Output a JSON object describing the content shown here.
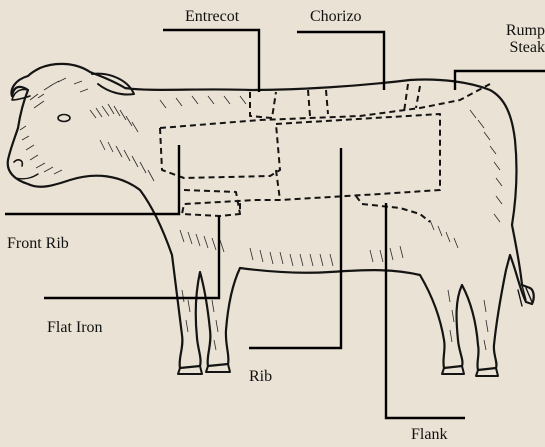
{
  "diagram": {
    "labels": {
      "entrecot": "Entrecot",
      "chorizo": "Chorizo",
      "rump_line1": "Rump",
      "rump_line2": "Steak",
      "front_rib": "Front Rib",
      "flat_iron": "Flat Iron",
      "rib": "Rib",
      "flank": "Flank"
    },
    "colors": {
      "background": "#eae2d4",
      "ink": "#141414"
    }
  }
}
